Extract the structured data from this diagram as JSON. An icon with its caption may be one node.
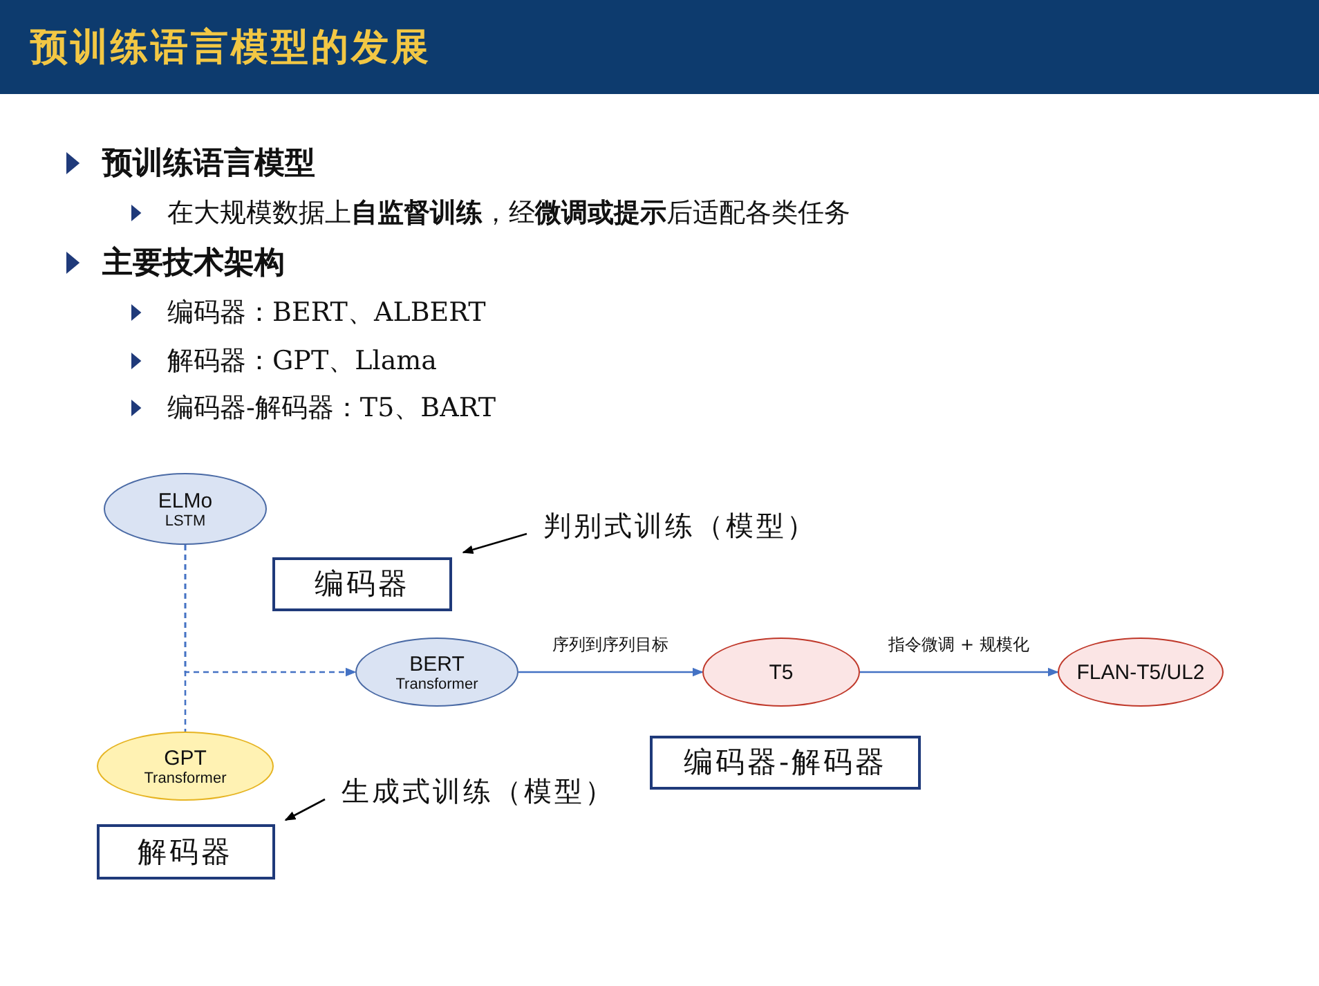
{
  "diagram": {
    "title": "预训练语言模型的发展",
    "nodes": [
      {
        "text": [
          "ELMo",
          "LSTM"
        ]
      },
      {
        "text": [
          "GPT",
          "Transformer"
        ]
      },
      {
        "text": [
          "BERT",
          "Transformer"
        ]
      },
      {
        "text": [
          "T5"
        ]
      },
      {
        "text": [
          "FLAN-T5/UL2"
        ]
      },
      {
        "text": [
          "编码器"
        ]
      },
      {
        "text": [
          "解码器"
        ]
      },
      {
        "text": [
          "编码器-解码器"
        ]
      },
      {
        "text": [
          "判别式训练（模型）"
        ]
      },
      {
        "text": [
          "生成式训练（模型）"
        ]
      }
    ],
    "edges": [
      {
        "from": 0,
        "to": 1,
        "arrow": "none",
        "style": "dashed"
      },
      {
        "from": 0,
        "to": 2,
        "arrow": "to",
        "style": "dashed"
      },
      {
        "from": 2,
        "to": 3,
        "arrow": "to",
        "label": "序列到序列目标"
      },
      {
        "from": 3,
        "to": 4,
        "arrow": "to",
        "label": "指令微调 + 规模化"
      },
      {
        "from": 8,
        "to": 5,
        "arrow": "to",
        "color": "#000000"
      },
      {
        "from": 9,
        "to": 6,
        "arrow": "to",
        "color": "#000000"
      }
    ],
    "labels": [
      "预训练语言模型",
      "在大规模数据上**自监督训练**，经**微调或提示**后适配各类任务",
      "主要技术架构",
      "编码器：BERT、ALBERT",
      "解码器：GPT、Llama",
      "编码器-解码器：T5、BART"
    ]
  }
}
